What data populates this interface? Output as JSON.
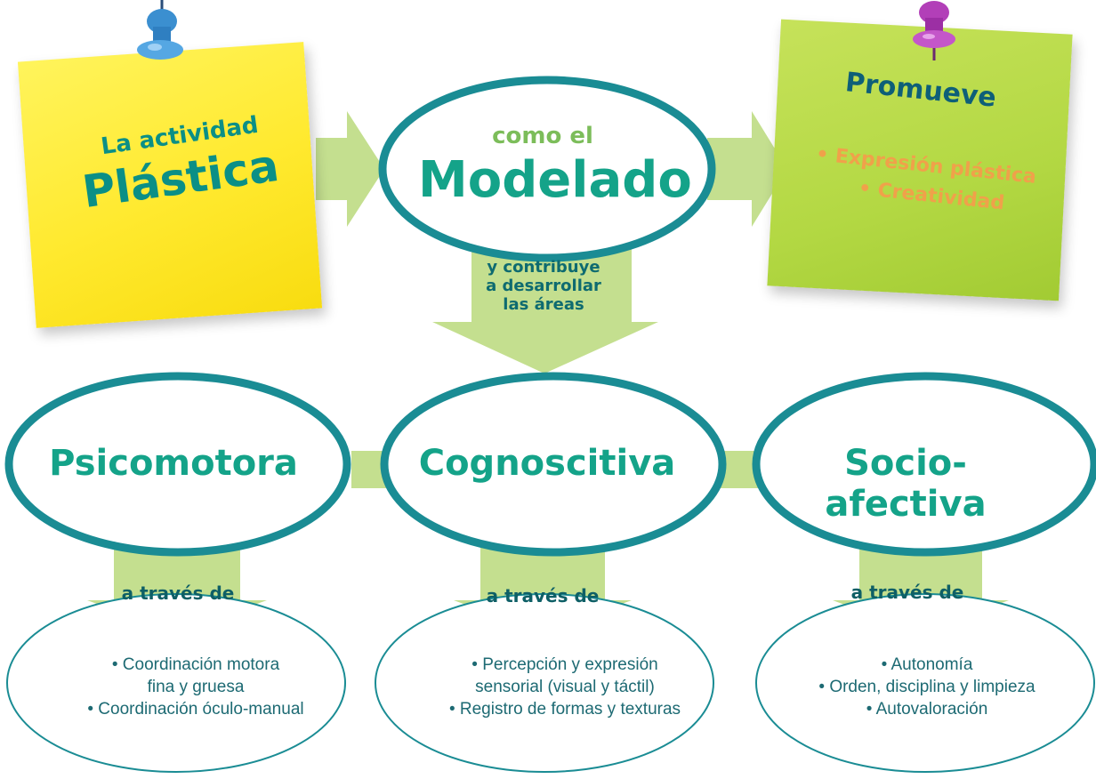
{
  "top": {
    "yellow_note": {
      "line1": "La actividad",
      "line2": "Plástica"
    },
    "center_oval": {
      "line1": "como el",
      "line2": "Modelado"
    },
    "green_note": {
      "title": "Promueve",
      "items": [
        "• Expresión plástica",
        "• Creatividad"
      ]
    }
  },
  "contribution": [
    "y contribuye",
    "a desarrollar",
    "las áreas"
  ],
  "areas": [
    {
      "name": "Psicomotora",
      "via": "a través de",
      "items": [
        "• Coordinación motora",
        "fina y gruesa",
        "• Coordinación óculo-manual"
      ]
    },
    {
      "name": "Cognoscitiva",
      "via": "a través de",
      "items": [
        "• Percepción y expresión",
        "sensorial (visual y táctil)",
        "• Registro de formas y texturas"
      ]
    },
    {
      "name": "Socio-afectiva",
      "via": "a través de",
      "items": [
        "• Autonomía",
        "• Orden, disciplina y limpieza",
        "• Autovaloración"
      ]
    }
  ],
  "colors": {
    "teal": "#14a389",
    "oval_border": "#1a8c94",
    "arrow_green": "#c4df8f",
    "yellow_note": "#ffe92e",
    "green_note": "#b3d843",
    "orange_text": "#f0a14a",
    "blue_pin": "#3b8fd0",
    "purple_pin": "#b23fb8"
  }
}
